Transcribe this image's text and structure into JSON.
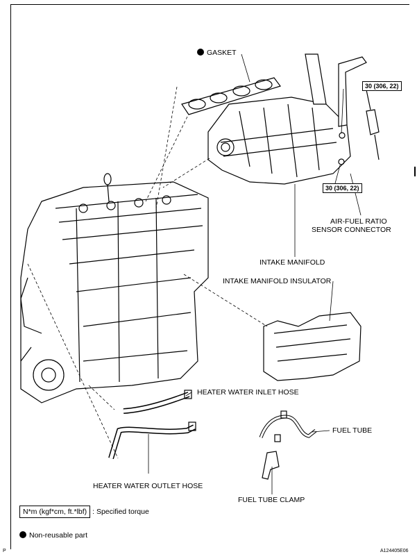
{
  "labels": {
    "gasket": "GASKET",
    "torque_1": "30 (306, 22)",
    "torque_2": "30 (306, 22)",
    "af_sensor_1": "AIR-FUEL RATIO",
    "af_sensor_2": "SENSOR CONNECTOR",
    "intake_manifold": "INTAKE MANIFOLD",
    "intake_manifold_insulator": "INTAKE MANIFOLD INSULATOR",
    "heater_inlet_hose": "HEATER WATER INLET HOSE",
    "fuel_tube": "FUEL TUBE",
    "heater_outlet_hose": "HEATER WATER OUTLET HOSE",
    "fuel_tube_clamp": "FUEL TUBE CLAMP"
  },
  "legend": {
    "torque_unit": "N*m (kgf*cm, ft.*lbf)",
    "torque_desc": ": Specified torque",
    "nonreusable": "Non-reusable part"
  },
  "footer": {
    "page_mark": "P",
    "figure_id": "A124405E06"
  }
}
